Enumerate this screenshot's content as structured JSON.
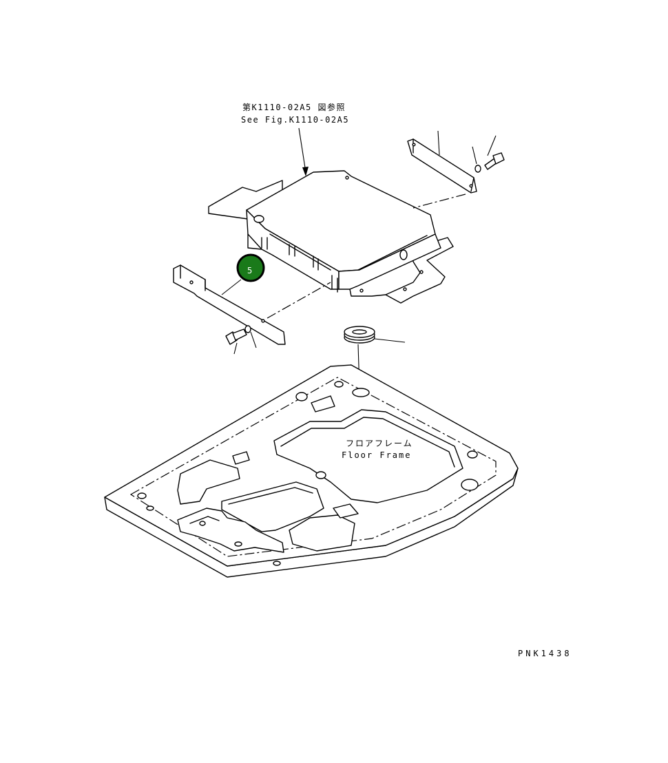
{
  "reference": {
    "label_jp": "第K1110-02A5 図参照",
    "label_en": "See Fig.K1110-02A5"
  },
  "floor_frame": {
    "label_jp": "フロアフレーム",
    "label_en": "Floor Frame"
  },
  "callout": {
    "number": "5",
    "color": "#1a7a1a"
  },
  "drawing_code": "PNK1438"
}
